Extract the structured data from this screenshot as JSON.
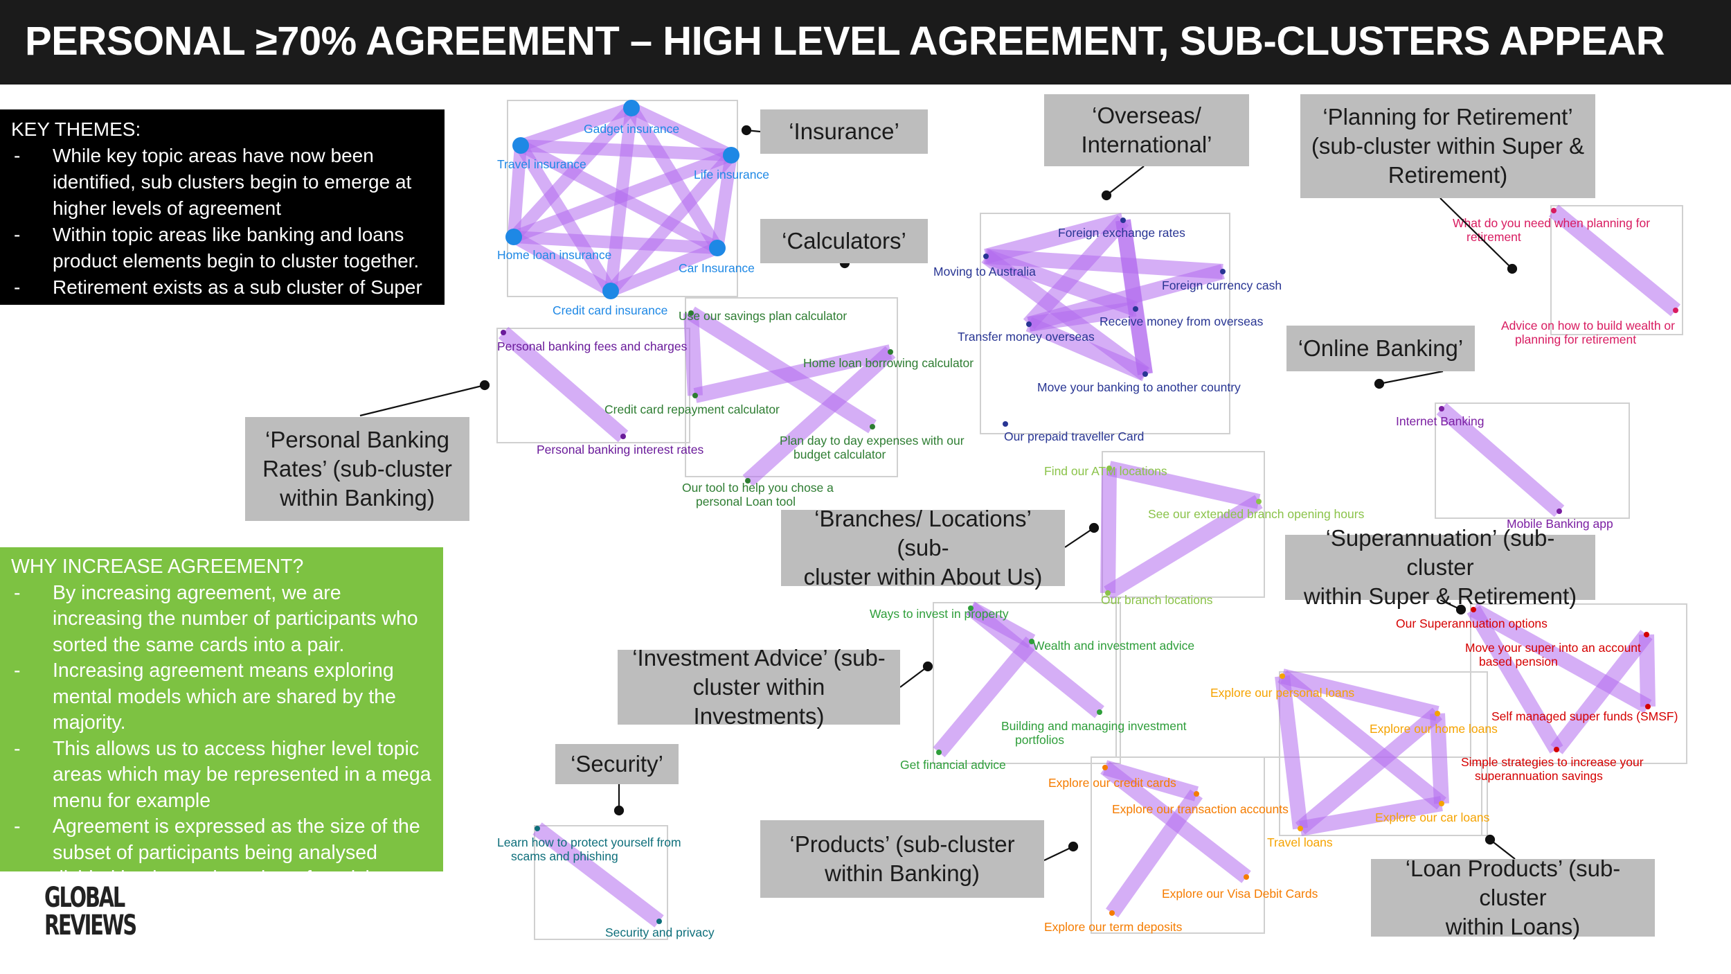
{
  "title": "PERSONAL ≥70% AGREEMENT – HIGH LEVEL AGREEMENT, SUB-CLUSTERS APPEAR",
  "key_themes": {
    "heading": "KEY THEMES:",
    "items": [
      "While key topic areas have now been identified, sub clusters begin to emerge at higher levels of agreement",
      "Within topic areas like banking and loans product elements begin to cluster together.",
      "Retirement exists as a sub cluster of Super"
    ]
  },
  "why_increase": {
    "heading": "WHY INCREASE AGREEMENT?",
    "items": [
      "By increasing agreement, we are increasing the number of participants who sorted the same cards into a pair.",
      "Increasing agreement means exploring mental models which are shared by the majority.",
      "This allows us to access higher level topic areas which may be represented in a mega menu for example",
      "Agreement is expressed as the size of the subset of participants being analysed divided by the total number of participants"
    ]
  },
  "logo": [
    "GLOBAL",
    "REVIEWS"
  ],
  "cluster_labels": {
    "insurance": [
      "‘Insurance’"
    ],
    "calculators": [
      "‘Calculators’"
    ],
    "overseas": [
      "‘Overseas/",
      "International’"
    ],
    "planning": [
      "‘Planning for Retirement’",
      "(sub-cluster within Super &",
      "Retirement)"
    ],
    "online": [
      "‘Online Banking’"
    ],
    "personal_rates": [
      "‘Personal Banking",
      "Rates’ (sub-cluster",
      "within Banking)"
    ],
    "branches": [
      "‘Branches/ Locations’ (sub-",
      "cluster within About Us)"
    ],
    "superannuation": [
      "‘Superannuation’ (sub-cluster",
      "within Super & Retirement)"
    ],
    "investment": [
      "‘Investment Advice’ (sub-",
      "cluster within Investments)"
    ],
    "security": [
      "‘Security’"
    ],
    "products": [
      "‘Products’ (sub-cluster",
      "within Banking)"
    ],
    "loan_products": [
      "‘Loan Products’ (sub-cluster",
      "within Loans)"
    ]
  },
  "colors": {
    "insurance": "#1e88e5",
    "calculators_text": "#2e7d32",
    "calculators_top": "#283593",
    "overseas": "#283593",
    "retirement": "#d81b60",
    "online": "#7b1fa2",
    "personal": "#6a1b9a",
    "branches": "#8bc34a",
    "super": "#d50000",
    "investment": "#2e9e3a",
    "security": "#0d6e7a",
    "products": "#f57c00",
    "loans": "#f5a300",
    "link": "#b36bef"
  },
  "clusters": {
    "insurance": [
      "Gadget insurance",
      "Travel insurance",
      "Life insurance",
      "Home loan insurance",
      "Car Insurance",
      "Credit card insurance"
    ],
    "calculators": [
      "Use our savings plan calculator",
      "Home loan borrowing calculator",
      "Credit card repayment calculator",
      "Plan day to day expenses with our budget calculator",
      "Our tool to help you chose a personal Loan tool"
    ],
    "personal": [
      "Personal banking fees and charges",
      "Personal banking interest rates"
    ],
    "overseas": [
      "Foreign exchange rates",
      "Moving to Australia",
      "Foreign currency cash",
      "Receive money from overseas",
      "Transfer money overseas",
      "Move your banking to another country",
      "Our prepaid traveller Card"
    ],
    "retirement": [
      "What do you need when planning for retirement",
      "Advice on how to build wealth or planning for retirement"
    ],
    "online": [
      "Internet Banking",
      "Mobile Banking app"
    ],
    "branches": [
      "Find our ATM locations",
      "See our extended branch opening hours",
      "Our branch locations"
    ],
    "investment": [
      "Ways to invest in property",
      "Wealth and investment advice",
      "Building and managing investment portfolios",
      "Get financial advice"
    ],
    "super": [
      "Our Superannuation options",
      "Move your super into an account based pension",
      "Self managed super funds (SMSF)",
      "Simple strategies to increase your superannuation savings"
    ],
    "loans": [
      "Explore our personal loans",
      "Explore our home loans",
      "Explore our car loans",
      "Travel loans"
    ],
    "products": [
      "Explore our credit cards",
      "Explore our transaction accounts",
      "Explore our Visa Debit Cards",
      "Explore our term deposits"
    ],
    "security": [
      "Learn how to protect yourself from scams and phishing",
      "Security and privacy"
    ]
  }
}
